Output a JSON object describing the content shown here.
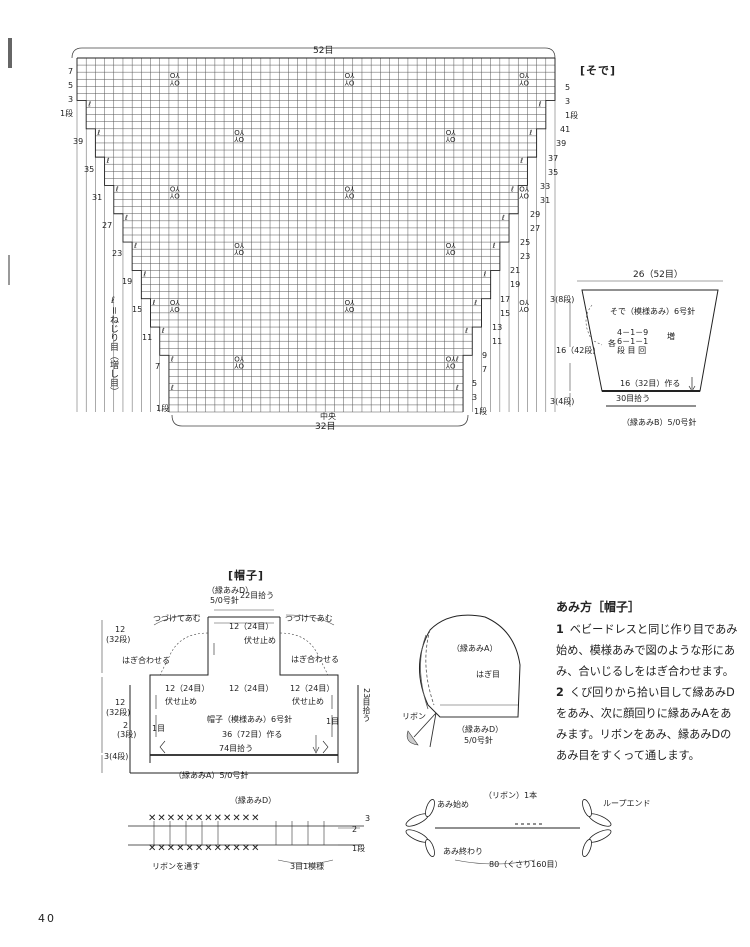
{
  "sleeve": {
    "title": "[そで]",
    "top_count": "52目",
    "bottom_count": "32目",
    "center": "中央",
    "legend": "ℓ＝ねじり目（増し目）",
    "left_row_labels": [
      "7",
      "5",
      "3",
      "1段",
      "39",
      "35",
      "31",
      "27",
      "23",
      "19",
      "15",
      "11",
      "7",
      "1段"
    ],
    "right_row_labels": [
      "5",
      "3",
      "1段",
      "41",
      "39",
      "37",
      "35",
      "33",
      "31",
      "29",
      "27",
      "25",
      "23",
      "21",
      "19",
      "17",
      "15",
      "13",
      "11",
      "9",
      "7",
      "5",
      "3",
      "1段"
    ]
  },
  "sleeve_diagram": {
    "top_width": "26（52目）",
    "top_height": "3(8段)",
    "body_label": "そで（模様あみ）6号針",
    "increase_note_1": "4－1－9",
    "increase_note_2": "6－1－1",
    "increase_note_3": "段 目 回",
    "increase_word": "増",
    "each_side": "各",
    "middle_height": "16（42段）",
    "bottom_width": "16（32目）作る",
    "picked_up": "30目拾う",
    "bottom_height": "3(4段)",
    "edging": "（縁あみB）5/0号針"
  },
  "hat": {
    "title": "[帽子]",
    "top_edging": "（縁あみD）",
    "top_hook": "5/0号針",
    "top_pickup": "22目拾う",
    "sew_left": "つづけてあむ",
    "sew_right": "つづけてあむ",
    "center_label": "12（24目）",
    "stop_mark_top": "伏せ止め",
    "join_left": "はぎ合わせる",
    "join_right": "はぎ合わせる",
    "left_h1": "12",
    "left_h1b": "(32段)",
    "left_h2": "12",
    "left_h2b": "(32段)",
    "left_h3": "3(4段)",
    "left_edge": "2",
    "left_edge_b": "(3段)",
    "mid_left": "12（24目）",
    "mid_center": "12（24目）",
    "mid_right": "12（24目）",
    "stop_left": "伏せ止め",
    "stop_right": "伏せ止め",
    "body": "帽子（模様あみ）6号針",
    "row_1_left": "1目",
    "row_1_right": "1目",
    "cast_on": "36（72目）作る",
    "picked_up": "74目拾う",
    "side_pickup": "23目拾う",
    "edging": "（縁あみA）5/0号針"
  },
  "bonnet": {
    "edging_a": "（縁あみA）",
    "join": "はぎ目",
    "ribbon": "リボン",
    "edging_d": "（縁あみD）",
    "hook": "5/0号針"
  },
  "chart_d": {
    "title": "（縁あみD）",
    "row3": "3",
    "row2": "2",
    "row1": "1段",
    "ribbon_pass": "リボンを通す",
    "repeat": "3目1模様",
    "stitches_top": "✕✕✕✕✕✕✕✕✕✕✕✕",
    "stitches_bot": "✕✕✕✕✕✕✕✕✕✕✕✕"
  },
  "ribbon": {
    "title": "（リボン）1本",
    "start": "あみ始め",
    "end": "あみ終わり",
    "loop_end": "ループエンド",
    "length": "80（くさり160目）"
  },
  "instructions": {
    "heading": "あみ方［帽子］",
    "steps": [
      {
        "num": "1",
        "text": "ベビードレスと同じ作り目であみ始め、模様あみで図のような形にあみ、合いじるしをはぎ合わせます。"
      },
      {
        "num": "2",
        "text": "くび回りから拾い目して縁あみDをあみ、次に顔回りに縁あみAをあみます。リボンをあみ、縁あみDのあみ目をすくって通します。"
      }
    ]
  },
  "page_number": "40"
}
